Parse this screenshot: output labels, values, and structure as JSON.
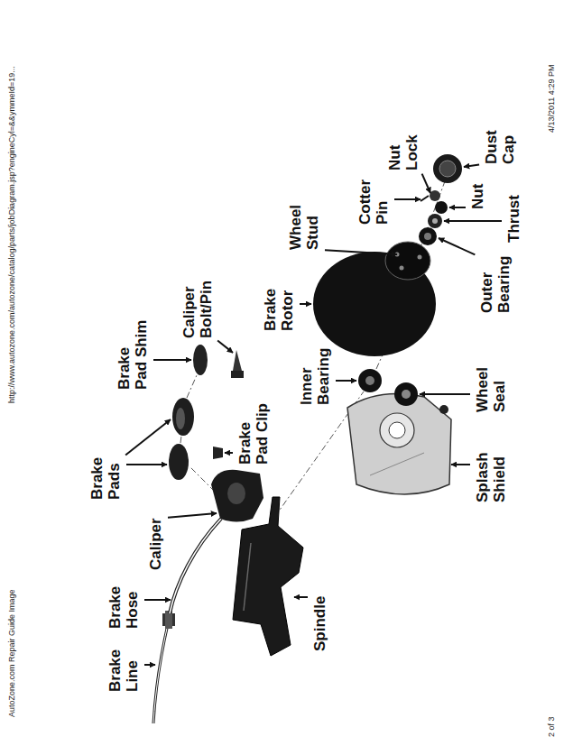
{
  "diagram": {
    "labels": [
      "AutoZone.com Repair Guide Image",
      "http://www.autozone.com/autozone/catalog/parts/jobDiagram.jsp?engineCyl=&&ymmeId=19...",
      "4/13/2011 4:29 PM",
      "Brake Line",
      "Brake Hose",
      "Caliper",
      "Spindle",
      "Brake Pads",
      "Brake Pad Clip",
      "Brake Pad Shim",
      "Caliper Bolt/Pin",
      "Inner Bearing",
      "Wheel Seal",
      "Splash Shield",
      "Brake Rotor",
      "Wheel Stud",
      "Outer Bearing",
      "Thrust",
      "Cotter Pin",
      "Nut",
      "Nut Lock",
      "Dust Cap",
      "2 of 3"
    ]
  }
}
